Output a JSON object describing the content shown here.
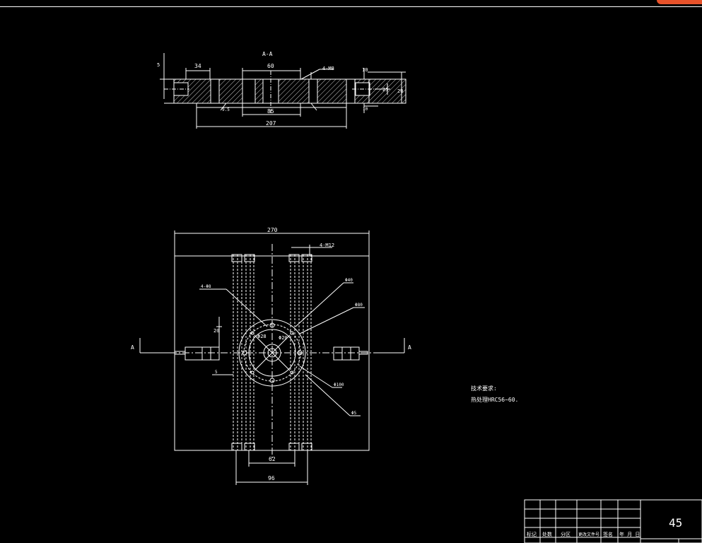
{
  "section_view": {
    "label": "A-A",
    "dims": {
      "d_34": "34",
      "d_60_top": "60",
      "d_4_holes": "4-M8",
      "d_10_right": "10",
      "d_20_right": "20",
      "d_h_right": "25",
      "d_left_small": "5",
      "d_85": "85",
      "d_207": "207",
      "d_9": "9.5",
      "d_10b": "10"
    }
  },
  "plan_view": {
    "dims": {
      "width_270": "270",
      "holes_4m12": "4-M12",
      "bottom_62": "62",
      "bottom_96": "96",
      "left_offset": "20",
      "left_lower": "5"
    },
    "callouts": {
      "c1": "4-Φ8",
      "c2": "Φ40",
      "c3": "Φ80",
      "c4": "Φ100",
      "c5": "Φ5",
      "center_a": "Φ28",
      "center_b": "Φ20",
      "section_left": "A",
      "section_right": "A"
    }
  },
  "notes": {
    "title": "技术要求:",
    "line1": "热处理HRC56~60."
  },
  "title_block": {
    "headers": [
      "标记",
      "处数",
      "分区",
      "更改文件号",
      "签名",
      "年 月 日"
    ],
    "material": "45"
  },
  "colors": {
    "background": "#000000",
    "line": "#ffffff",
    "accent": "#e8522a"
  }
}
